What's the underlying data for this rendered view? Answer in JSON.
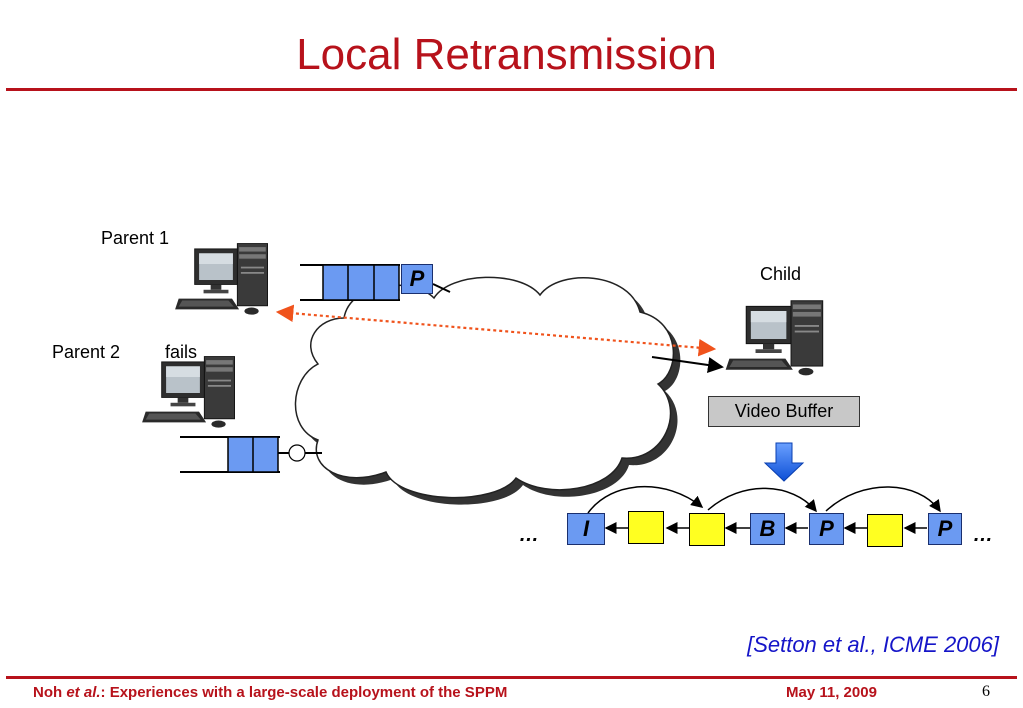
{
  "slide": {
    "title": "Local Retransmission"
  },
  "diagram": {
    "parent1_label": "Parent 1",
    "parent2_label": "Parent 2",
    "fails_label": "fails",
    "child_label": "Child",
    "queue_packet_label": "P",
    "video_buffer_label": "Video Buffer",
    "ellipsis_left": "…",
    "ellipsis_right": "…",
    "frames": [
      "I",
      "",
      "",
      "B",
      "P",
      "",
      "P"
    ],
    "colors": {
      "accent_red": "#b7121b",
      "frame_blue": "#6b9af2",
      "frame_yellow": "#ffff21",
      "retransmit_arrow": "#f0531c",
      "down_arrow": "#1560f0"
    }
  },
  "citation": "[Setton et al., ICME 2006]",
  "footer": {
    "author": "Noh",
    "etal": "et al.",
    "rest": ": Experiences with a large-scale deployment of the SPPM",
    "date": "May 11, 2009",
    "page": "6"
  }
}
